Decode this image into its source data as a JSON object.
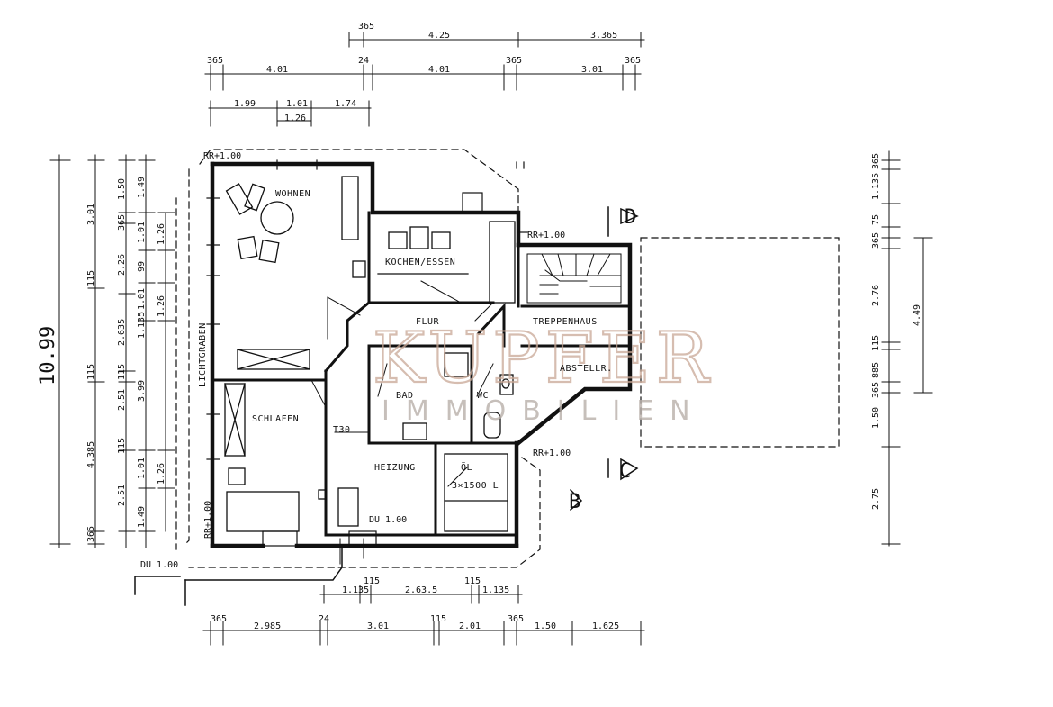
{
  "plan": {
    "rooms": {
      "wohnen": "WOHNEN",
      "kochen": "KOCHEN/ESSEN",
      "flur": "FLUR",
      "treppenhaus": "TREPPENHAUS",
      "abstellr": "ABSTELLR.",
      "bad": "BAD",
      "wc": "WC",
      "schlafen": "SCHLAFEN",
      "heizung": "HEIZUNG",
      "oel": "ÖL",
      "oel_tank": "3×1500 L",
      "lichtgraben": "LICHTGRABEN",
      "t30": "T30"
    },
    "annotations": {
      "rr_top_left": "RR+1.00",
      "rr_kitchen": "RR+1.00",
      "rr_oel": "RR+1.00",
      "rr_bottom_left": "RR+1.00",
      "du_heating": "DU 1.00",
      "du_bottom_left": "DU 1.00",
      "section_d": "D",
      "section_c": "C",
      "section_b": "B"
    },
    "overall_height": "10.99",
    "top_dims": {
      "row1": [
        "365",
        "4.25",
        "3.365"
      ],
      "row2": [
        "365",
        "4.01",
        "24",
        "4.01",
        "365",
        "3.01",
        "365"
      ],
      "row3": [
        "1.99",
        "1.01",
        "1.26",
        "1.74"
      ]
    },
    "bottom_dims": {
      "row1": [
        "1.135",
        "115",
        "2.63.5",
        "115",
        "1.135"
      ],
      "row2": [
        "365",
        "2.985",
        "24",
        "3.01",
        "115",
        "2.01",
        "365",
        "1.50",
        "1.625"
      ]
    },
    "left_dims": {
      "col1": [
        "3.01",
        "115",
        "115",
        "4.385",
        "365"
      ],
      "col2": [
        "1.50",
        "365",
        "2.26",
        "2.635",
        "115",
        "2.51",
        "115",
        "2.51"
      ],
      "col3": [
        "1.49",
        "1.01",
        "99",
        "1.01",
        "1.135",
        "3.99",
        "1.01",
        "1.49"
      ],
      "col4": [
        "1.26",
        "1.26",
        "1.26"
      ]
    },
    "right_dims": {
      "col1": [
        "365",
        "1.135",
        "75",
        "365",
        "2.76",
        "115",
        "885",
        "365",
        "1.50",
        "2.75"
      ],
      "col2": [
        "4.49"
      ]
    }
  },
  "watermark": {
    "brand": "KUPFER",
    "sub": "IMMOBILIEN"
  }
}
